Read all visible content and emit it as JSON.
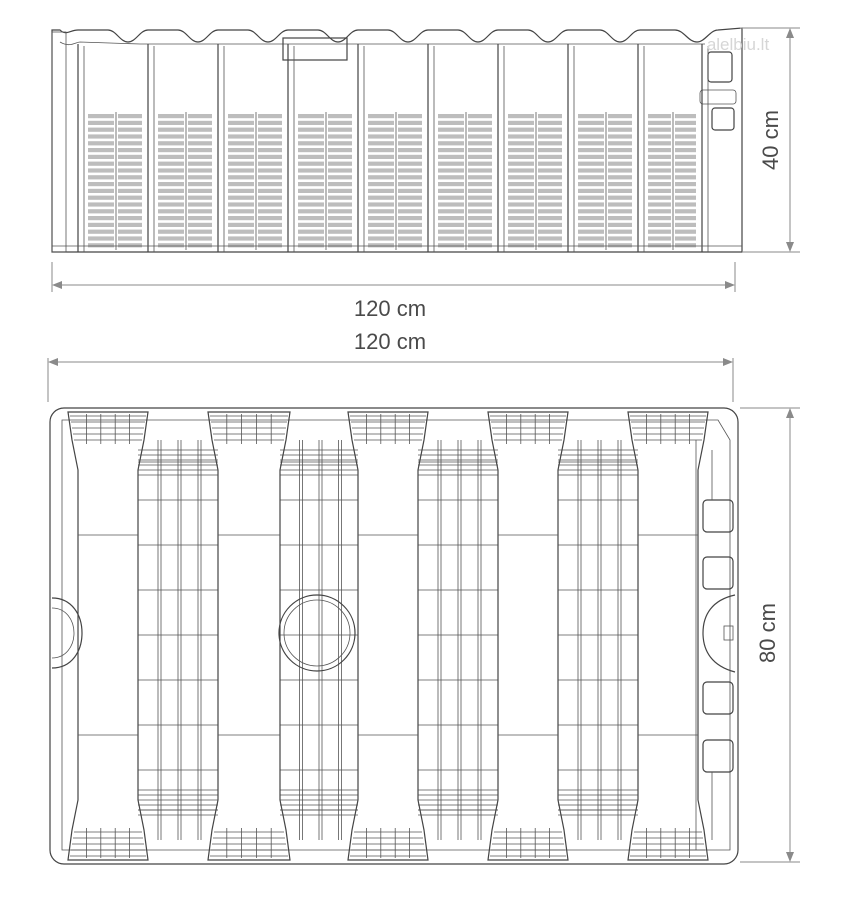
{
  "dimensions": {
    "side_height": "40 cm",
    "side_width": "120 cm",
    "top_width": "120 cm",
    "top_depth": "80 cm"
  },
  "watermark": "alelbiu.lt",
  "colors": {
    "outline": "#444444",
    "dimension": "#8a8a8a",
    "slots": "#bdbdbd",
    "text": "#4a4a4a"
  }
}
